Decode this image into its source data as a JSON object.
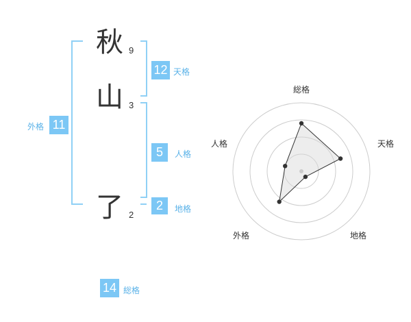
{
  "name": {
    "chars": [
      {
        "char": "秋",
        "strokes": "9"
      },
      {
        "char": "山",
        "strokes": "3"
      },
      {
        "char": "了",
        "strokes": "2"
      }
    ]
  },
  "grids": {
    "tenkaku": {
      "value": "12",
      "label": "天格"
    },
    "jinkaku": {
      "value": "5",
      "label": "人格"
    },
    "chikaku": {
      "value": "2",
      "label": "地格"
    },
    "gaikaku": {
      "value": "11",
      "label": "外格"
    },
    "soukaku": {
      "value": "14",
      "label": "総格"
    }
  },
  "colors": {
    "accent": "#7cc7f5",
    "label": "#5ab2e8",
    "bracket": "#8fd0f5"
  },
  "chart_data": {
    "type": "radar",
    "axes": [
      "総格",
      "天格",
      "地格",
      "外格",
      "人格"
    ],
    "values": [
      14,
      12,
      2,
      11,
      5
    ],
    "rmax": 20,
    "rings": 4
  }
}
